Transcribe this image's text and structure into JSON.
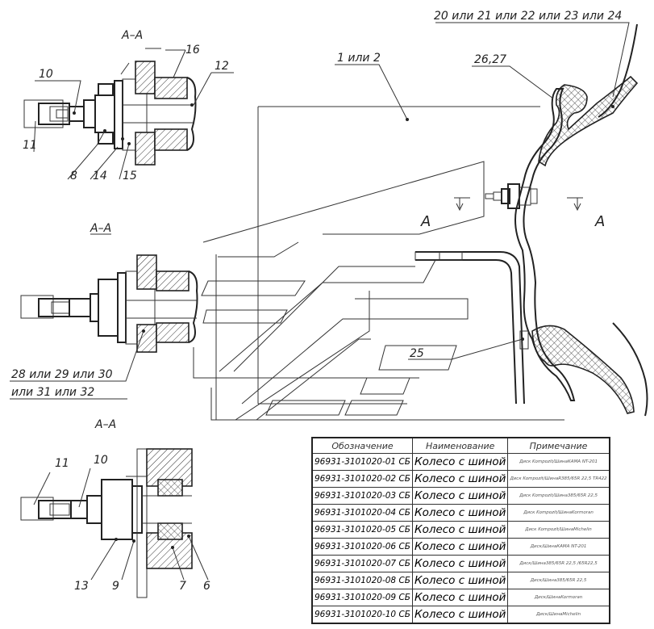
{
  "labels": {
    "section_top": "А–А",
    "section_mid": "А–А",
    "section_bot": "А–А",
    "section_mark_left": "А",
    "section_mark_right": "А",
    "part_disk": "20 или 21 или 22 или 23 или 24",
    "part_tire": "1 или 2",
    "part_2627": "26,27",
    "part_25": "25",
    "part_valve_line1": "28 или 29 или 30",
    "part_valve_line2": "или 31 или 32",
    "n16": "16",
    "n12": "12",
    "n10a": "10",
    "n11a": "11",
    "n8": "8",
    "n14": "14",
    "n15": "15",
    "n11b": "11",
    "n10b": "10",
    "n13": "13",
    "n9": "9",
    "n7": "7",
    "n6": "6"
  },
  "table": {
    "headers": [
      "Обозначение",
      "Наименование",
      "Примечание"
    ],
    "rows": [
      {
        "code": "96931-3101020-01 СБ",
        "name": "Колесо с шиной",
        "note": "Диск Kompozit/ШинаКАМА NT-201"
      },
      {
        "code": "96931-3101020-02 СБ",
        "name": "Колесо с шиной",
        "note": "Диск Kompozit/ШинаR385/65R 22,5 TR422"
      },
      {
        "code": "96931-3101020-03 СБ",
        "name": "Колесо с шиной",
        "note": "Диск Kompozit/Шина385/65R 22,5"
      },
      {
        "code": "96931-3101020-04 СБ",
        "name": "Колесо с шиной",
        "note": "Диск Kompozit/ШинаKormoran"
      },
      {
        "code": "96931-3101020-05 СБ",
        "name": "Колесо с шиной",
        "note": "Диск Kompozit/ШинаMichelin"
      },
      {
        "code": "96931-3101020-06 СБ",
        "name": "Колесо с шиной",
        "note": "Диск/ШинаКАМА NT-201"
      },
      {
        "code": "96931-3101020-07 СБ",
        "name": "Колесо с шиной",
        "note": "Диск/Шина385/65R 22,5 /65R22,5"
      },
      {
        "code": "96931-3101020-08 СБ",
        "name": "Колесо с шиной",
        "note": "Диск/Шина385/65R 22,5"
      },
      {
        "code": "96931-3101020-09 СБ",
        "name": "Колесо с шиной",
        "note": "Диск/ШинаKormoran"
      },
      {
        "code": "96931-3101020-10 СБ",
        "name": "Колесо с шиной",
        "note": "Диск/ШинаMichelin"
      }
    ]
  }
}
